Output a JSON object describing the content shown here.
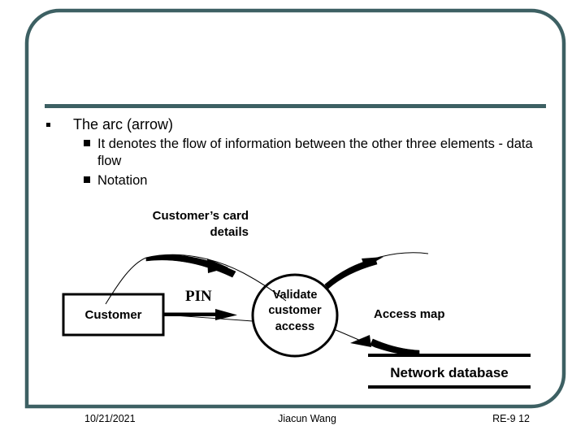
{
  "slide": {
    "frame_color": "#3d6063",
    "rule_color": "#3d6063",
    "background": "#ffffff"
  },
  "content": {
    "bullet_level1": "The arc (arrow)",
    "bullet_level2": [
      "It denotes the flow of information between the other three elements - data flow",
      "Notation"
    ]
  },
  "diagram": {
    "type": "data-flow-diagram",
    "labels": {
      "card_details": "Customer’s card\ndetails",
      "pin": "PIN",
      "customer": "Customer",
      "process": "Validate\ncustomer\naccess",
      "access_map": "Access map",
      "network_database": "Network database"
    },
    "nodes": [
      {
        "name": "customer",
        "shape": "rectangle",
        "label": "Customer"
      },
      {
        "name": "validate-customer-access",
        "shape": "circle",
        "label": "Validate customer access"
      },
      {
        "name": "network-database",
        "shape": "open-datastore",
        "label": "Network database"
      }
    ],
    "flows": [
      {
        "name": "customers-card-details",
        "from": "customer",
        "to": "validate-customer-access",
        "label": "Customer’s card details"
      },
      {
        "name": "pin",
        "from": "customer",
        "to": "validate-customer-access",
        "label": "PIN"
      },
      {
        "name": "output-flow",
        "from": "validate-customer-access",
        "to": "external",
        "label": ""
      },
      {
        "name": "access-map",
        "from": "network-database",
        "to": "validate-customer-access",
        "label": "Access map"
      }
    ]
  },
  "footer": {
    "date": "10/21/2021",
    "author": "Jiacun Wang",
    "page": "RE-9 12"
  }
}
